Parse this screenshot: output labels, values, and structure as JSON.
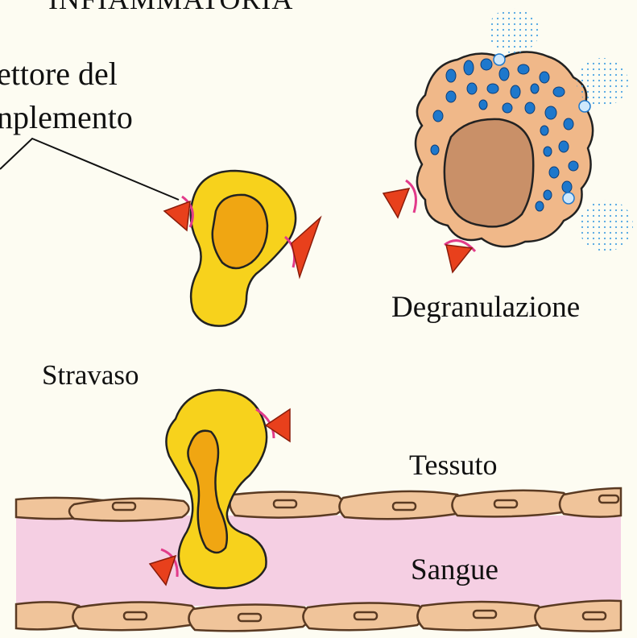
{
  "labels": {
    "title": "INFIAMMATORIA",
    "receptor_line1": "ettore del",
    "receptor_line2": "nplemento",
    "degranulation": "Degranulazione",
    "extravasation": "Stravaso",
    "tissue": "Tessuto",
    "blood": "Sangue"
  },
  "colors": {
    "background": "#fdfcf2",
    "cell_yellow": "#f7d21c",
    "nucleus_orange": "#f0a612",
    "mast_cell_body": "#f0b889",
    "mast_nucleus": "#c99068",
    "granule_blue": "#1e78cc",
    "complement_receptor_red": "#e8401c",
    "receptor_pink": "#e23b8a",
    "endothelium": "#f0c49a",
    "blood_pink": "#f5cfe3",
    "released_mediator": "#3a9be0"
  },
  "icons": {
    "receptor": "complement-receptor-arc",
    "ligand": "complement-triangle",
    "granule": "granule-dot"
  }
}
